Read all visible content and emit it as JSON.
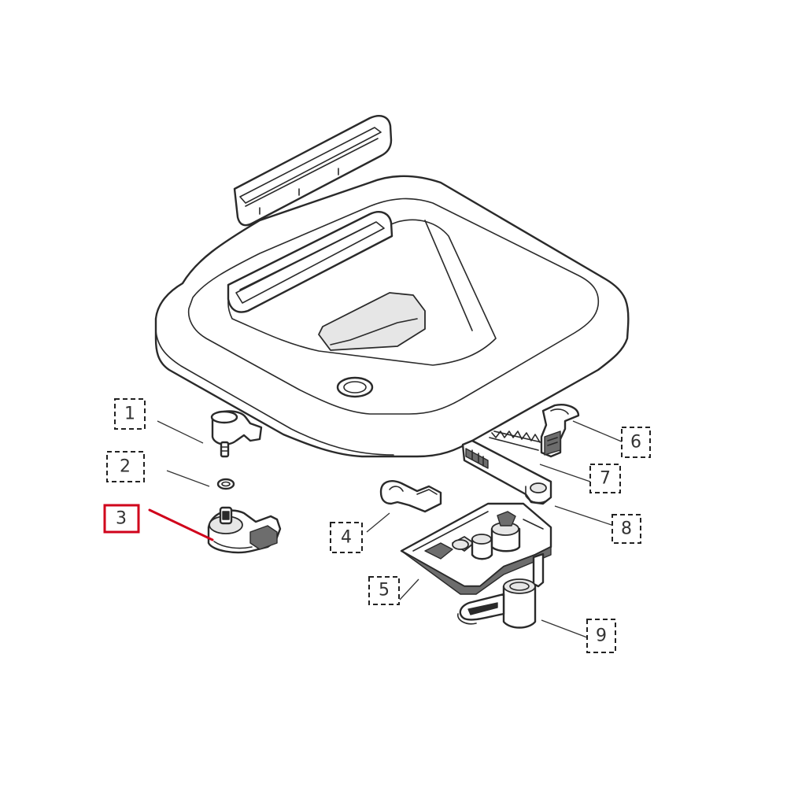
{
  "diagram": {
    "highlight_color": "#d0021b",
    "line_color": "#2a2a2a",
    "background": "#ffffff",
    "highlighted_callout": "3",
    "callouts": [
      {
        "id": "1",
        "label": "1",
        "highlighted": false
      },
      {
        "id": "2",
        "label": "2",
        "highlighted": false
      },
      {
        "id": "3",
        "label": "3",
        "highlighted": true
      },
      {
        "id": "4",
        "label": "4",
        "highlighted": false
      },
      {
        "id": "5",
        "label": "5",
        "highlighted": false
      },
      {
        "id": "6",
        "label": "6",
        "highlighted": false
      },
      {
        "id": "7",
        "label": "7",
        "highlighted": false
      },
      {
        "id": "8",
        "label": "8",
        "highlighted": false
      },
      {
        "id": "9",
        "label": "9",
        "highlighted": false
      }
    ]
  }
}
